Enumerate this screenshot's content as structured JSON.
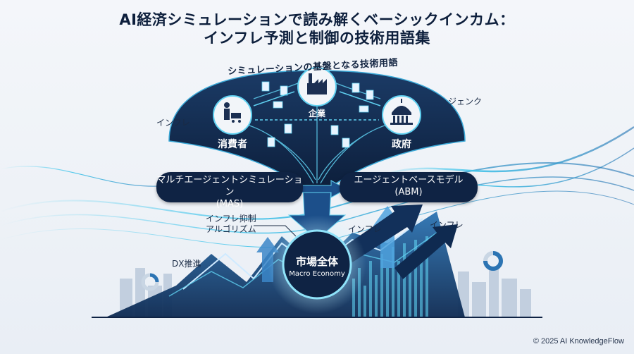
{
  "header": {
    "title_line1": "AI経済シミュレーションで読み解くベーシックインカム：",
    "title_line2": "インフレ予測と制御の技術用語集"
  },
  "diagram": {
    "arc_title": "シミュレーションの基盤となる技術用語",
    "agents": {
      "consumer": "消費者",
      "company": "企業",
      "government": "政府"
    },
    "side_labels": {
      "inflation_left": "インフレ",
      "genk": "ジェンク"
    },
    "mas": {
      "line1": "マルチエージェントシミュレーション",
      "line2": "(MAS)"
    },
    "abm": {
      "line1": "エージェントベースモデル",
      "line2": "(ABM)"
    },
    "inflation_algo": {
      "line1": "インフレ抑制",
      "line2": "アルゴリズム"
    },
    "dx": "DX推進",
    "inflation_mid": "インフレ",
    "inflation_right": "インフレ",
    "center": {
      "line1": "市場全体",
      "line2": "Macro Economy"
    }
  },
  "footer": {
    "copyright": "© 2025 AI KnowledgeFlow"
  },
  "colors": {
    "navy": "#0f2344",
    "cyan": "#39c6e8",
    "accent": "#5fd0f0"
  }
}
